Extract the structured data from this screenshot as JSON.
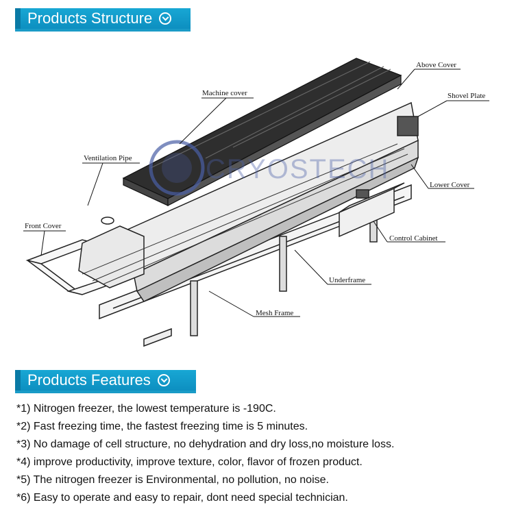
{
  "sections": {
    "structure_title": "Products Structure",
    "features_title": "Products Features"
  },
  "diagram": {
    "labels": {
      "above_cover": "Above Cover",
      "shovel_plate": "Shovel Plate",
      "machine_cover": "Machine cover",
      "ventilation_pipe": "Ventilation Pipe",
      "lower_cover": "Lower Cover",
      "front_cover": "Front Cover",
      "control_cabinet": "Control Cabinet",
      "underframe": "Underframe",
      "mesh_frame": "Mesh Frame"
    },
    "watermark": "CRYOSTECH"
  },
  "features": [
    "*1) Nitrogen freezer, the lowest temperature is -190C.",
    "*2) Fast freezing time, the fastest freezing time is 5 minutes.",
    "*3) No damage of cell structure, no dehydration and dry loss,no moisture loss.",
    "*4) improve productivity, improve texture, color, flavor of frozen product.",
    "*5) The nitrogen freezer is Environmental, no pollution, no noise.",
    "*6) Easy to operate and easy to repair, dont need special technician."
  ]
}
